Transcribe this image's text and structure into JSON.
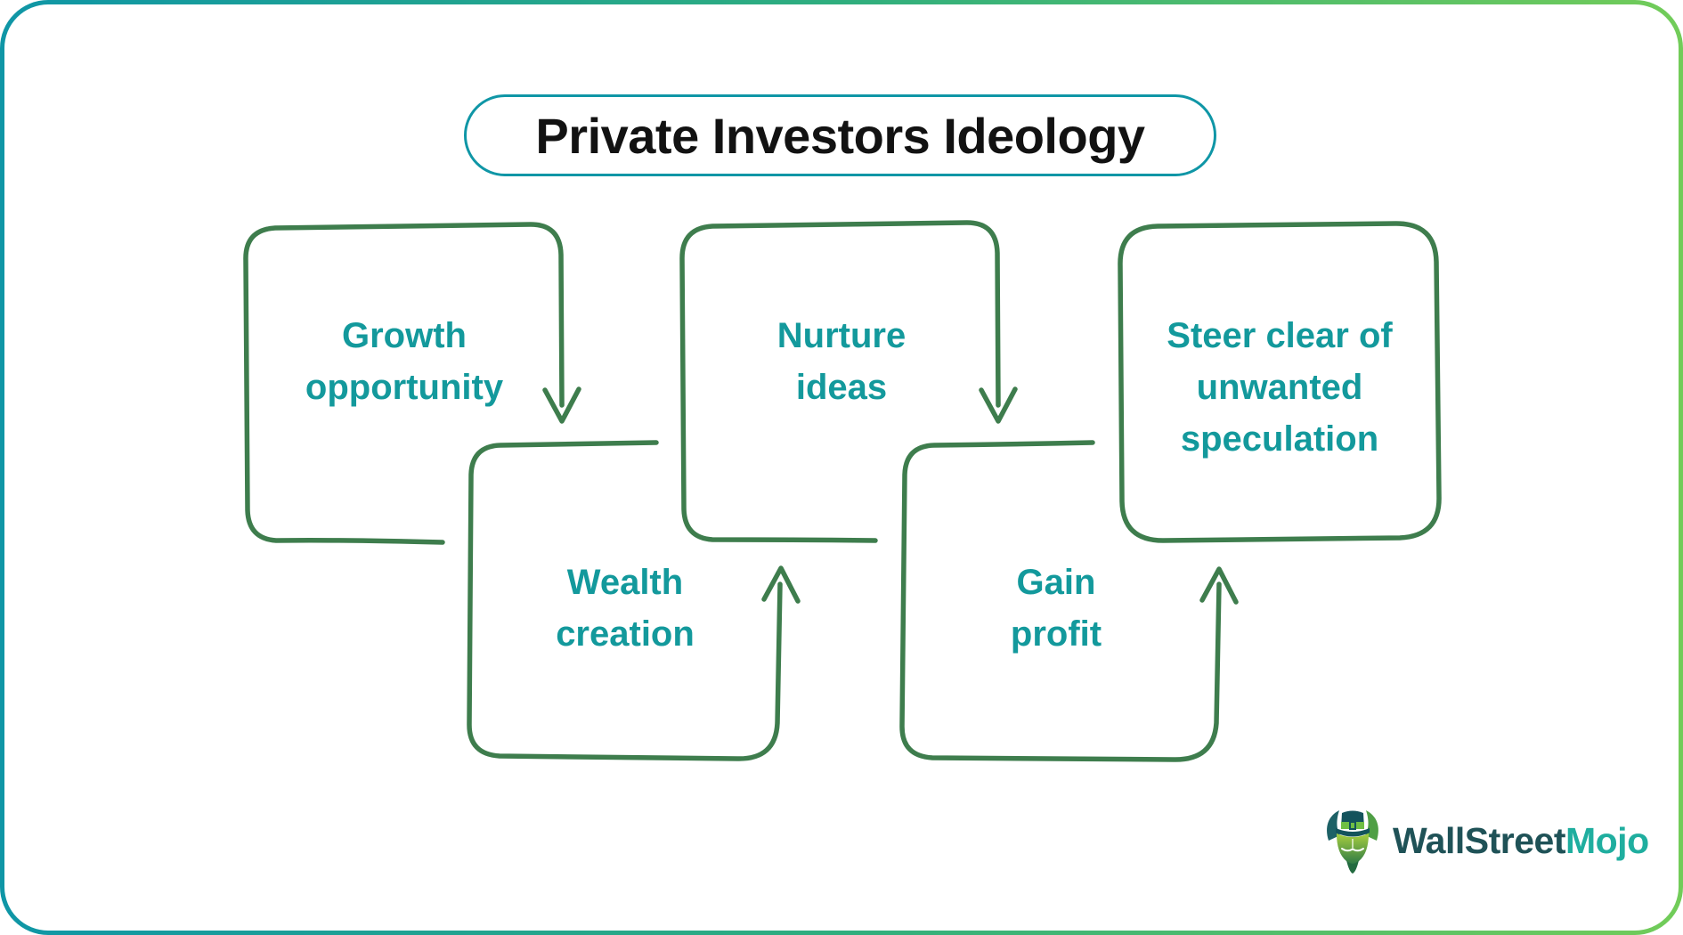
{
  "title": {
    "text": "Private Investors Ideology"
  },
  "diagram": {
    "boxes": [
      {
        "id": "growth-opportunity",
        "label": "Growth\nopportunity"
      },
      {
        "id": "wealth-creation",
        "label": "Wealth\ncreation"
      },
      {
        "id": "nurture-ideas",
        "label": "Nurture\nideas"
      },
      {
        "id": "gain-profit",
        "label": "Gain\nprofit"
      },
      {
        "id": "steer-clear-of-unwanted-speculation",
        "label": "Steer clear of\nunwanted\nspeculation"
      }
    ],
    "flow_order": [
      "Growth opportunity",
      "Wealth creation",
      "Nurture ideas",
      "Gain profit",
      "Steer clear of unwanted speculation"
    ],
    "arrow_icons": [
      "arrow-down-growth-to-wealth-icon",
      "arrow-up-wealth-to-nurture-icon",
      "arrow-down-nurture-to-gain-icon",
      "arrow-up-gain-to-steer-icon"
    ]
  },
  "logo": {
    "brand_primary": "WallStreet",
    "brand_accent": "Mojo",
    "icon": "bull-mascot-icon"
  },
  "colors": {
    "frame_gradient_left": "#0f96a6",
    "frame_gradient_right": "#72cc59",
    "title_border": "#0f96a6",
    "title_text": "#121212",
    "box_outline": "#3e7d4d",
    "box_label": "#13999c",
    "logo_primary": "#1f5257",
    "logo_accent": "#1fae9f"
  }
}
